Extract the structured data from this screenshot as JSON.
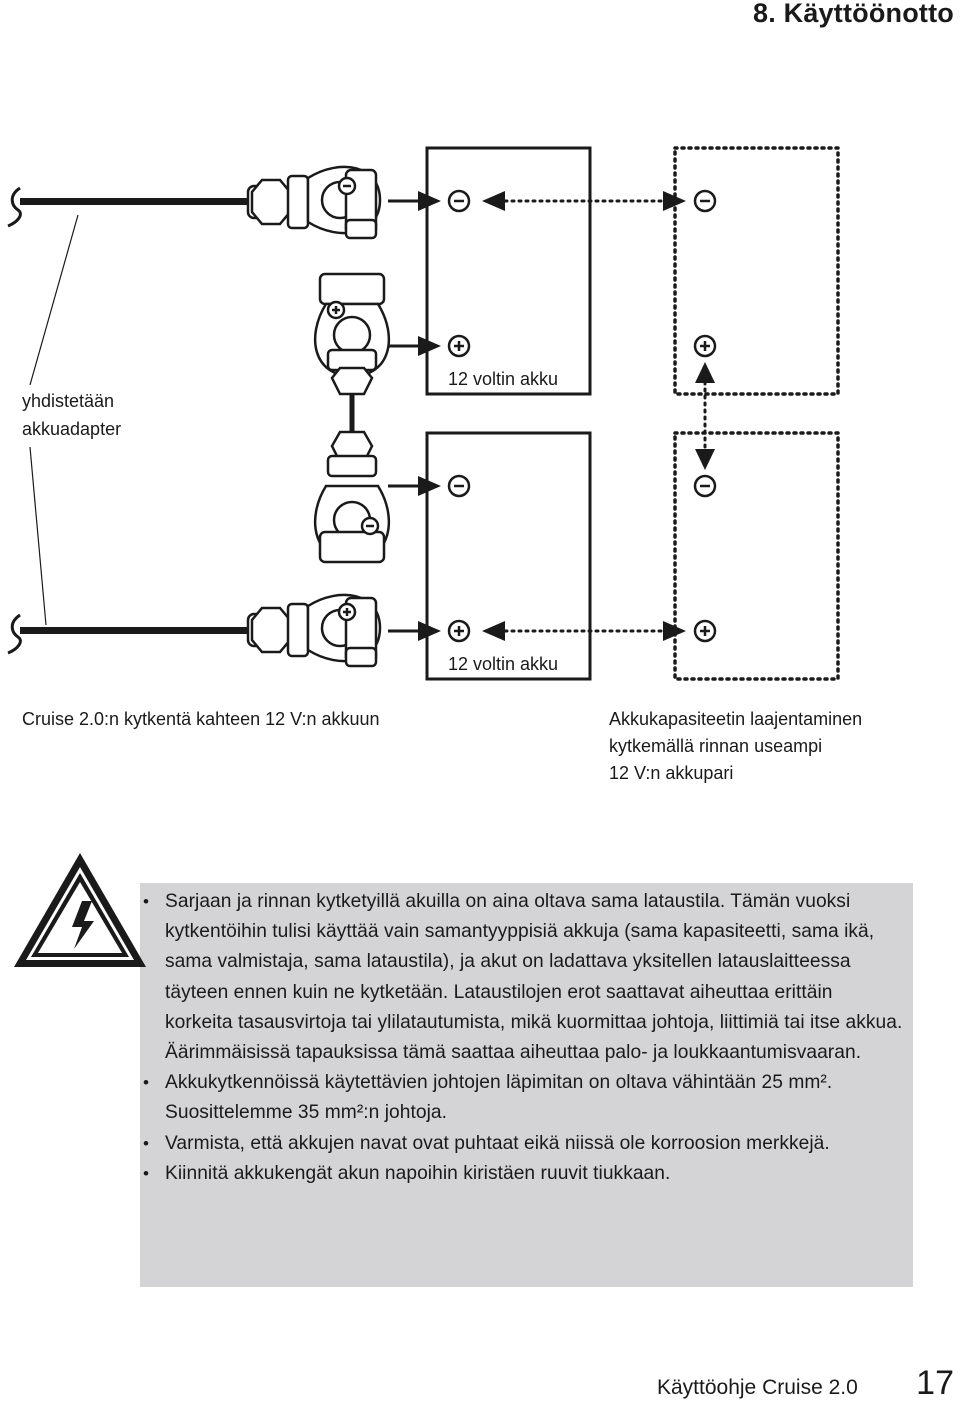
{
  "header": {
    "section_title": "8. Käyttöönotto"
  },
  "diagram": {
    "adapter_label_line1": "yhdistetään",
    "adapter_label_line2": "akkuadapter",
    "battery1_label": "12 voltin akku",
    "battery2_label": "12 voltin akku",
    "left_caption": "Cruise 2.0:n kytkentä kahteen 12 V:n akkuun",
    "right_caption_line1": "Akkukapasiteetin laajentaminen",
    "right_caption_line2": "kytkemällä rinnan useampi",
    "right_caption_line3": "12 V:n akkupari",
    "minus_symbol": "−",
    "plus_symbol": "+"
  },
  "warning": {
    "icon": "high-voltage-warning-icon",
    "background_color": "#d4d4d6",
    "bullets": [
      "Sarjaan ja rinnan kytketyillä akuilla on aina oltava sama lataustila. Tämän vuoksi kytkentöihin tulisi käyttää vain samantyyppisiä akkuja (sama kapasiteetti, sama ikä, sama valmistaja, sama lataustila), ja akut on ladattava yksitellen latauslaitteessa täyteen ennen kuin ne kytketään. Lataustilojen erot saattavat aiheuttaa erittäin korkeita tasausvirtoja tai ylilatautumista, mikä kuormittaa johtoja, liittimiä tai itse akkua. Äärimmäisissä tapauksissa tämä saattaa aiheuttaa palo- ja loukkaantumisvaaran.",
      "Akkukytkennöissä käytettävien johtojen läpimitan on oltava vähintään 25 mm². Suosittelemme 35 mm²:n johtoja.",
      "Varmista, että akkujen navat ovat puhtaat eikä niissä ole korroosion merkkejä.",
      "Kiinnitä akkukengät akun napoihin kiristäen ruuvit tiukkaan."
    ]
  },
  "footer": {
    "manual_title": "Käyttöohje Cruise 2.0",
    "page_number": "17"
  }
}
